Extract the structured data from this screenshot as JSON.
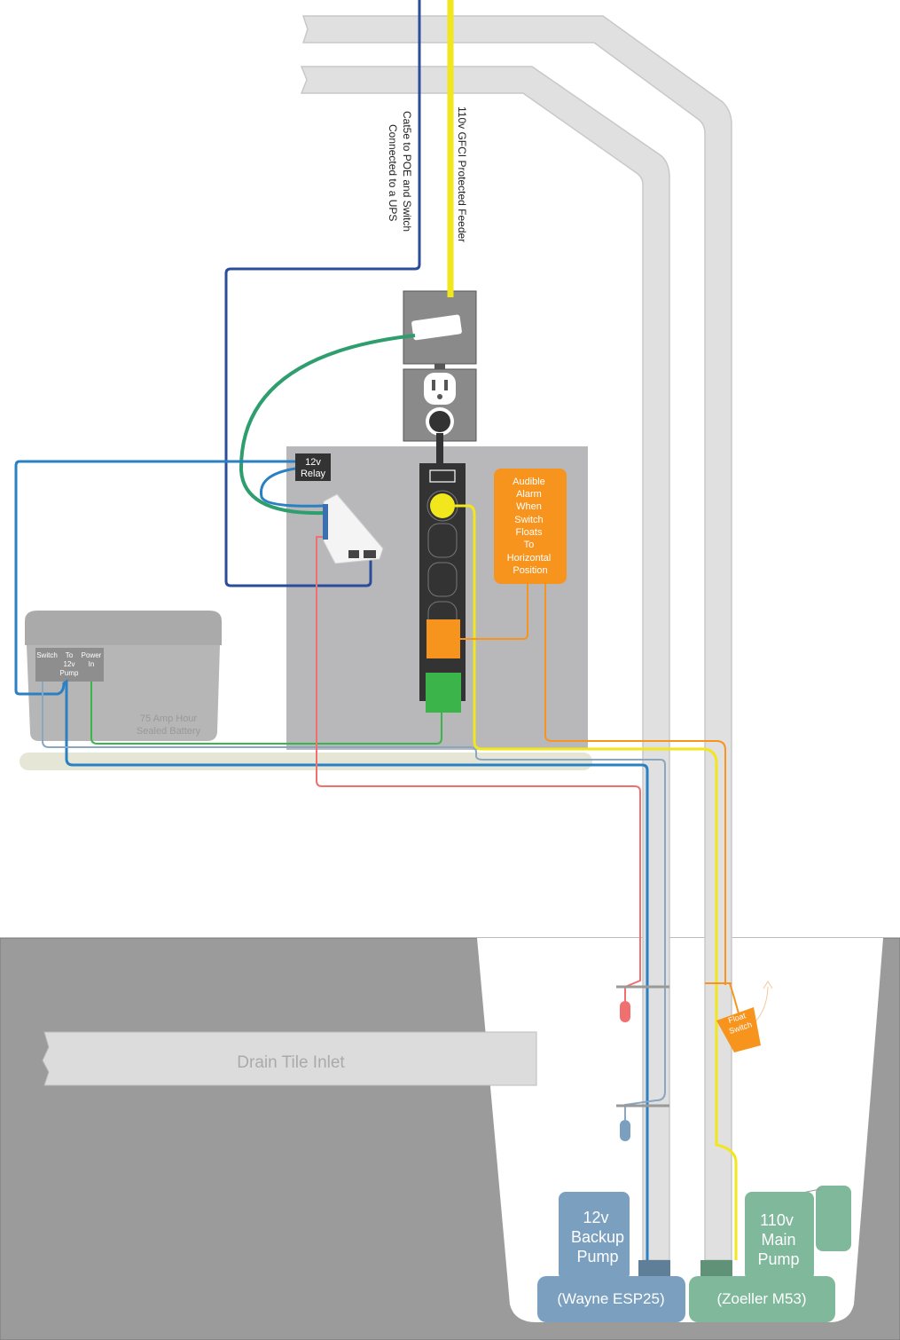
{
  "labels": {
    "cat5e_line1": "Cat5e to POE and Switch",
    "cat5e_line2": "Connected to a UPS",
    "feeder": "110v GFCI Protected Feeder",
    "relay_line1": "12v",
    "relay_line2": "Relay",
    "alarm_lines": [
      "Audible",
      "Alarm",
      "When",
      "Switch",
      "Floats",
      "To",
      "Horizontal",
      "Position"
    ],
    "battery_switch": "Switch",
    "battery_to_pump": [
      "To",
      "12v",
      "Pump"
    ],
    "battery_power_in": [
      "Power",
      "In"
    ],
    "battery_caption": [
      "75 Amp Hour",
      "Sealed Battery"
    ],
    "drain_tile": "Drain Tile Inlet",
    "float_switch": [
      "Float",
      "Switch"
    ],
    "backup_pump": [
      "12v",
      "Backup",
      "Pump"
    ],
    "backup_model": "(Wayne ESP25)",
    "main_pump": [
      "110v",
      "Main",
      "Pump"
    ],
    "main_model": "(Zoeller M53)"
  },
  "colors": {
    "cat5e": "#2b4c9b",
    "feeder": "#f2e61c",
    "poe_green": "#2e9e6e",
    "pump_blue": "#2a80c2",
    "switch_blue": "#8aa6c0",
    "red": "#f07070",
    "orange": "#f7941d",
    "backup_pump": "#7a9fbf",
    "main_pump": "#7fb89a"
  }
}
